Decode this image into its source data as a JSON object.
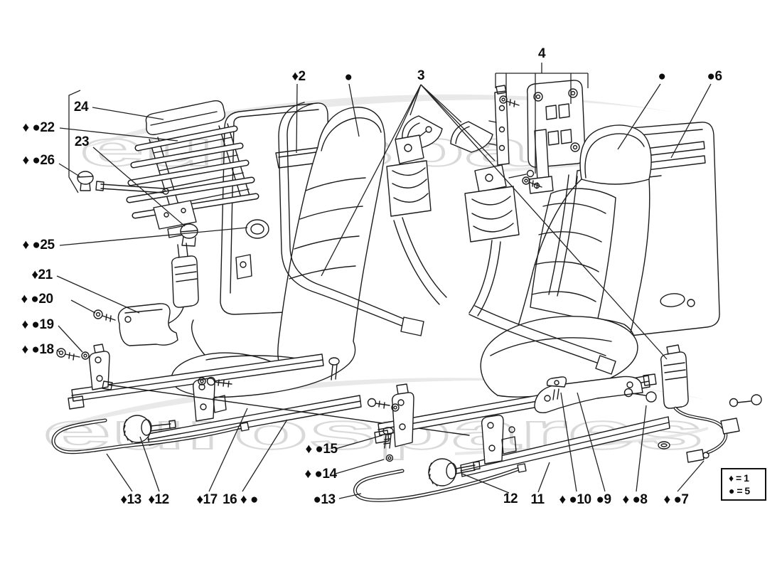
{
  "watermark": {
    "text": "eurospares"
  },
  "legend": {
    "rows": [
      "♦ = 1",
      "● = 5"
    ]
  },
  "callouts": {
    "p2": "♦2",
    "dotA": "●",
    "p3": "3",
    "p4": "4",
    "dotB": "●",
    "p6": "●6",
    "p24": "24",
    "p22": "♦ ●22",
    "p23": "23",
    "p26": "♦ ●26",
    "p25": "♦ ●25",
    "p21": "♦21",
    "p20": "♦ ●20",
    "p19": "♦ ●19",
    "p18": "♦ ●18",
    "p13a": "♦13",
    "p12a": "♦12",
    "p17": "♦17",
    "p16": "16 ♦ ●",
    "p15": "♦ ●15",
    "p14": "♦ ●14",
    "p13b": "●13",
    "p12b": "12",
    "p11": "11",
    "p10": "♦ ●10",
    "p9": "●9",
    "p8": "♦ ●8",
    "p7": "♦ ●7"
  }
}
